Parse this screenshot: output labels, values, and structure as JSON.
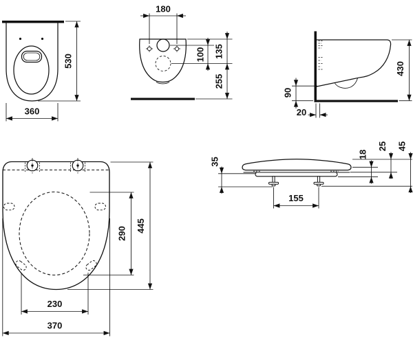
{
  "views": {
    "wc_plan": {
      "label_530": "530",
      "label_360": "360"
    },
    "wc_rear": {
      "label_180": "180",
      "label_100": "100",
      "label_135": "135",
      "label_255": "255"
    },
    "wc_side": {
      "label_430": "430",
      "label_90": "90",
      "label_20": "20"
    },
    "seat_top": {
      "label_445": "445",
      "label_290": "290",
      "label_230": "230",
      "label_370": "370"
    },
    "seat_side": {
      "label_35": "35",
      "label_155": "155",
      "label_18": "18",
      "label_25": "25",
      "label_45": "45"
    }
  },
  "colors": {
    "line": "#111111",
    "background": "#ffffff"
  }
}
